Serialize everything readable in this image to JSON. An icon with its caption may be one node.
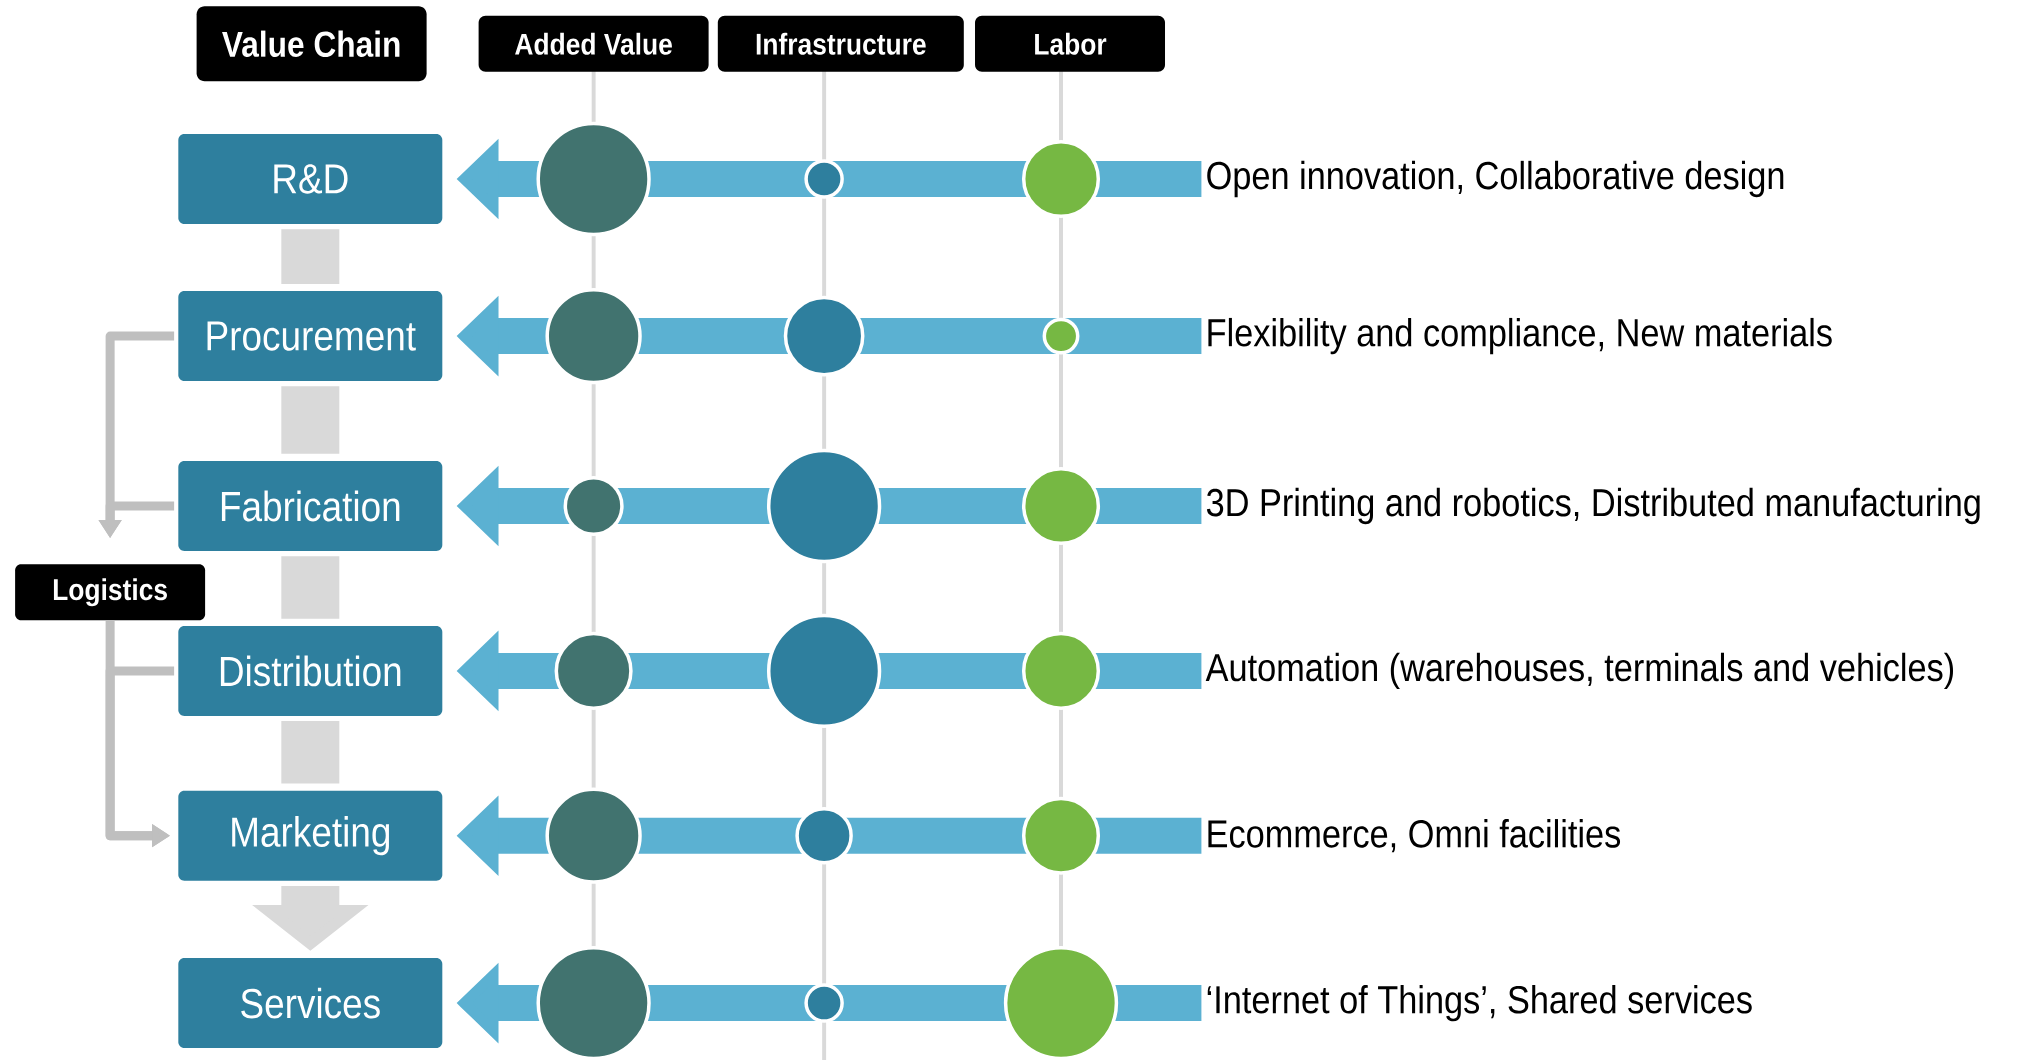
{
  "diagram": {
    "nodes": [
      {
        "text": [
          "Value Chain"
        ]
      },
      {
        "text": [
          "Added Value"
        ]
      },
      {
        "text": [
          "Infrastructure"
        ]
      },
      {
        "text": [
          "Labor"
        ]
      },
      {
        "text": [
          "R&D"
        ]
      },
      {
        "text": [
          "Procurement"
        ]
      },
      {
        "text": [
          "Fabrication"
        ]
      },
      {
        "text": [
          "Distribution"
        ]
      },
      {
        "text": [
          "Marketing"
        ]
      },
      {
        "text": [
          "Services"
        ]
      },
      {
        "text": [
          "Logistics"
        ]
      },
      {
        "text": [
          "Open innovation, Collaborative design"
        ]
      },
      {
        "text": [
          "Flexibility and compliance, New materials"
        ]
      },
      {
        "text": [
          "3D Printing and robotics, Distributed manufacturing"
        ]
      },
      {
        "text": [
          "Automation (warehouses, terminals and vehicles)"
        ]
      },
      {
        "text": [
          "Ecommerce, Omni facilities"
        ]
      },
      {
        "text": [
          "‘Internet of Things’, Shared services"
        ]
      }
    ],
    "edges": [
      {
        "from": 4,
        "to": 5,
        "arrow": "none",
        "color": "#d9d9d9"
      },
      {
        "from": 5,
        "to": 6,
        "arrow": "none",
        "color": "#d9d9d9"
      },
      {
        "from": 6,
        "to": 7,
        "arrow": "none",
        "color": "#d9d9d9"
      },
      {
        "from": 7,
        "to": 8,
        "arrow": "none",
        "color": "#d9d9d9"
      },
      {
        "from": 8,
        "to": 9,
        "arrow": "to",
        "color": "#d9d9d9"
      },
      {
        "from": 5,
        "to": 10,
        "arrow": "to",
        "color": "#bfbfbf"
      },
      {
        "from": 6,
        "to": 10,
        "arrow": "to",
        "color": "#bfbfbf"
      },
      {
        "from": 10,
        "to": 8,
        "arrow": "to",
        "color": "#bfbfbf"
      },
      {
        "from": 7,
        "to": 8,
        "arrow": "to",
        "color": "#bfbfbf"
      },
      {
        "from": 11,
        "to": 4,
        "arrow": "to"
      },
      {
        "from": 12,
        "to": 5,
        "arrow": "to"
      },
      {
        "from": 13,
        "to": 6,
        "arrow": "to"
      },
      {
        "from": 14,
        "to": 7,
        "arrow": "to"
      },
      {
        "from": 15,
        "to": 8,
        "arrow": "to"
      },
      {
        "from": 16,
        "to": 9,
        "arrow": "to"
      }
    ]
  }
}
